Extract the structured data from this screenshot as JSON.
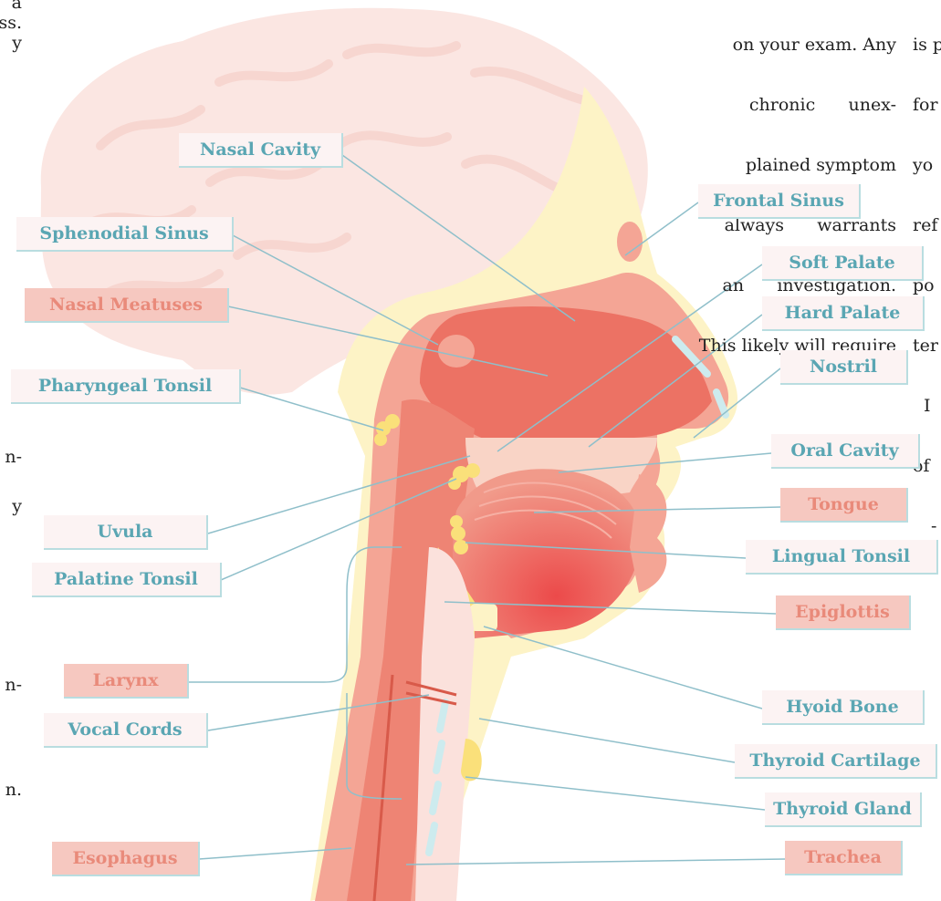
{
  "background_text": {
    "center": [
      "on your exam. Any",
      "chronic      unex-",
      "plained symptom",
      "always      warrants",
      "an      investigation.",
      "This likely will require"
    ],
    "right": [
      "is p",
      "for",
      "yo",
      "ref",
      "po",
      "ter",
      "I",
      "of",
      "-"
    ],
    "left": [
      "a",
      "ss.",
      "y",
      "n-",
      "y",
      "n-",
      "n."
    ]
  },
  "labels": [
    {
      "text": "Nasal Cavity",
      "style": "white"
    },
    {
      "text": "Sphenodial Sinus",
      "style": "white"
    },
    {
      "text": "Nasal Meatuses",
      "style": "pink"
    },
    {
      "text": "Pharyngeal Tonsil",
      "style": "white"
    },
    {
      "text": "Uvula",
      "style": "white"
    },
    {
      "text": "Palatine Tonsil",
      "style": "white"
    },
    {
      "text": "Larynx",
      "style": "pink"
    },
    {
      "text": "Vocal Cords",
      "style": "white"
    },
    {
      "text": "Esophagus",
      "style": "pink"
    },
    {
      "text": "Frontal Sinus",
      "style": "white"
    },
    {
      "text": "Soft Palate",
      "style": "white"
    },
    {
      "text": "Hard Palate",
      "style": "white"
    },
    {
      "text": "Nostril",
      "style": "white"
    },
    {
      "text": "Oral Cavity",
      "style": "white"
    },
    {
      "text": "Tongue",
      "style": "pink"
    },
    {
      "text": "Lingual Tonsil",
      "style": "white"
    },
    {
      "text": "Epiglottis",
      "style": "pink"
    },
    {
      "text": "Hyoid Bone",
      "style": "white"
    },
    {
      "text": "Thyroid Cartilage",
      "style": "white"
    },
    {
      "text": "Thyroid Gland",
      "style": "white"
    },
    {
      "text": "Trachea",
      "style": "pink"
    }
  ],
  "colors": {
    "label_text_blue": "#5aa6b3",
    "label_text_pink": "#e98a7a",
    "leader_line": "#8fbfca",
    "tissue": "#f4a595",
    "cavity": "#ec7264",
    "brain": "#fbe6e2",
    "bone": "#fdf3c6",
    "tonsil": "#fae07a"
  }
}
